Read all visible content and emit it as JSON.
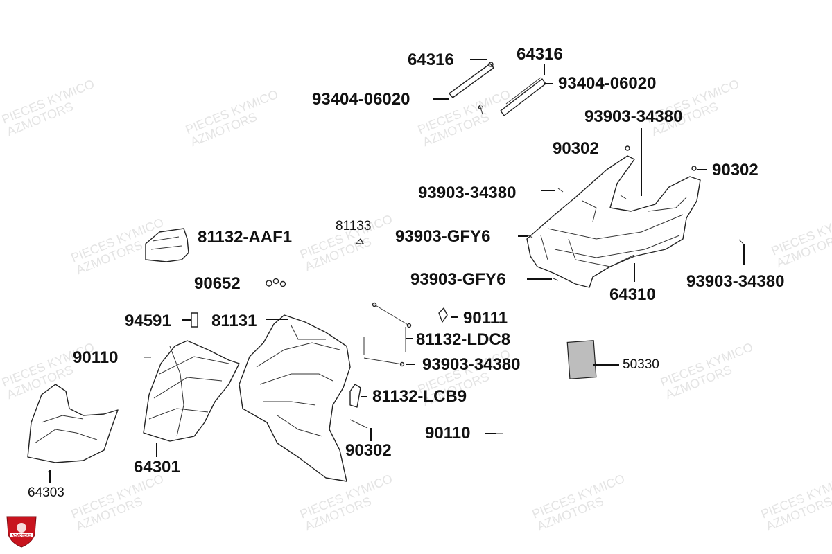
{
  "watermark": {
    "line1": "PIECES KYMICO",
    "line2": "AZMOTORS"
  },
  "logo": {
    "brand": "AZMOTORS",
    "color": "#c8141e"
  },
  "labels": {
    "p64316a": "64316",
    "p64316b": "64316",
    "p9340406020a": "93404-06020",
    "p9340406020b": "93404-06020",
    "p9390334380a": "93903-34380",
    "p90302a": "90302",
    "p90302b": "90302",
    "p9390334380b": "93903-34380",
    "p81132aaf1": "81132-AAF1",
    "p81133": "81133",
    "p93903gfy6a": "93903-GFY6",
    "p90652": "90652",
    "p93903gfy6b": "93903-GFY6",
    "p64310": "64310",
    "p9390334380c": "93903-34380",
    "p94591": "94591",
    "p81131": "81131",
    "p90111": "90111",
    "p81132ldc8": "81132-LDC8",
    "p90110a": "90110",
    "p9390334380d": "93903-34380",
    "p50330": "50330",
    "p81132lcb9": "81132-LCB9",
    "p90110b": "90110",
    "p90302c": "90302",
    "p64301": "64301",
    "p64303": "64303"
  }
}
